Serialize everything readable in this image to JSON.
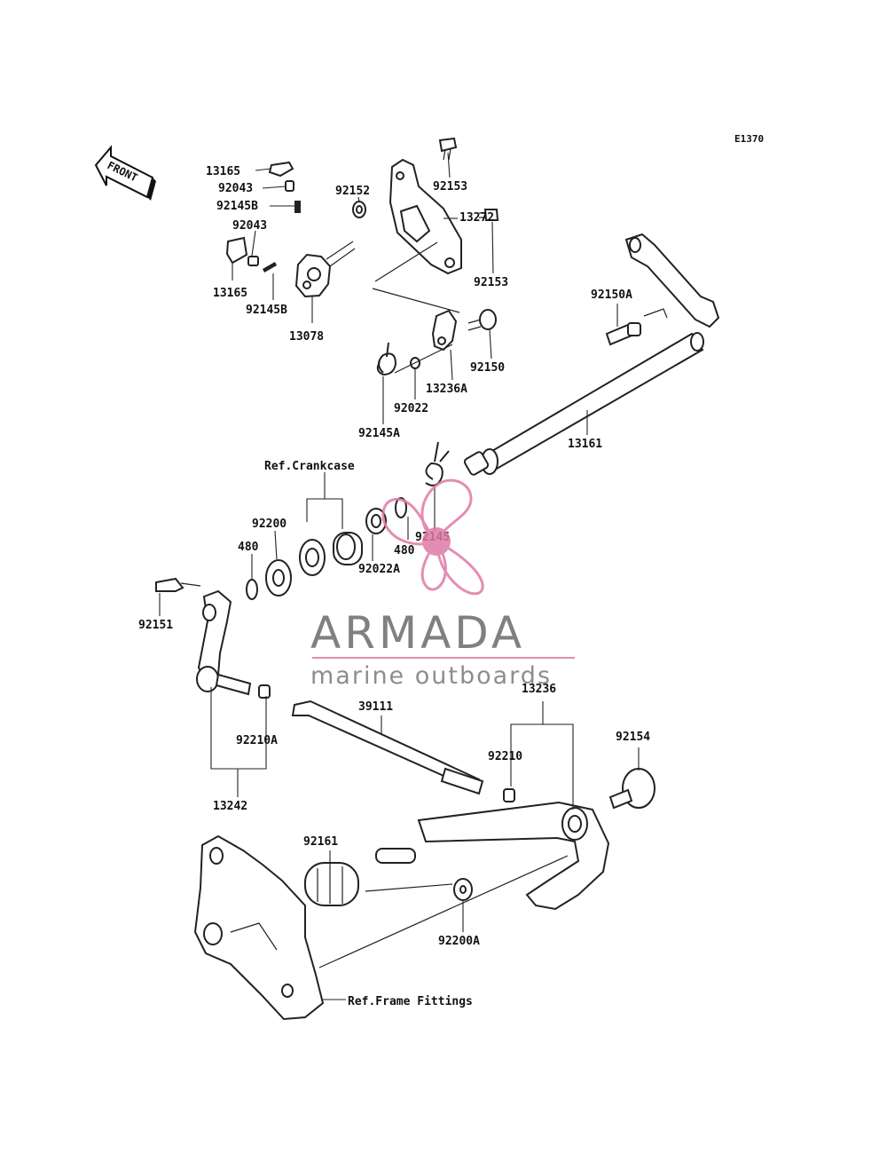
{
  "diagram": {
    "code": "E1370",
    "front_label": "FRONT",
    "labels": {
      "l13165a": "13165",
      "l92043a": "92043",
      "l92145Ba": "92145B",
      "l92043b": "92043",
      "l13165b": "13165",
      "l92145Bb": "92145B",
      "l13078": "13078",
      "l92152": "92152",
      "l92153a": "92153",
      "l13272": "13272",
      "l92153b": "92153",
      "l92150": "92150",
      "l13236A": "13236A",
      "l92022": "92022",
      "l92145A": "92145A",
      "l92150A": "92150A",
      "l13161": "13161",
      "refCrankcase": "Ref.Crankcase",
      "l92200": "92200",
      "l480a": "480",
      "l480b": "480",
      "l92145": "92145",
      "l92022A": "92022A",
      "l92151": "92151",
      "l13236": "13236",
      "l39111": "39111",
      "l92210A": "92210A",
      "l92210": "92210",
      "l92154": "92154",
      "l13242": "13242",
      "l92161": "92161",
      "l92200A": "92200A",
      "refFrame": "Ref.Frame Fittings"
    }
  },
  "watermark": {
    "brand": "ARMADA",
    "tagline": "marine outboards",
    "logo_color": "#e07aa6",
    "text_color": "#6a6a6a"
  }
}
